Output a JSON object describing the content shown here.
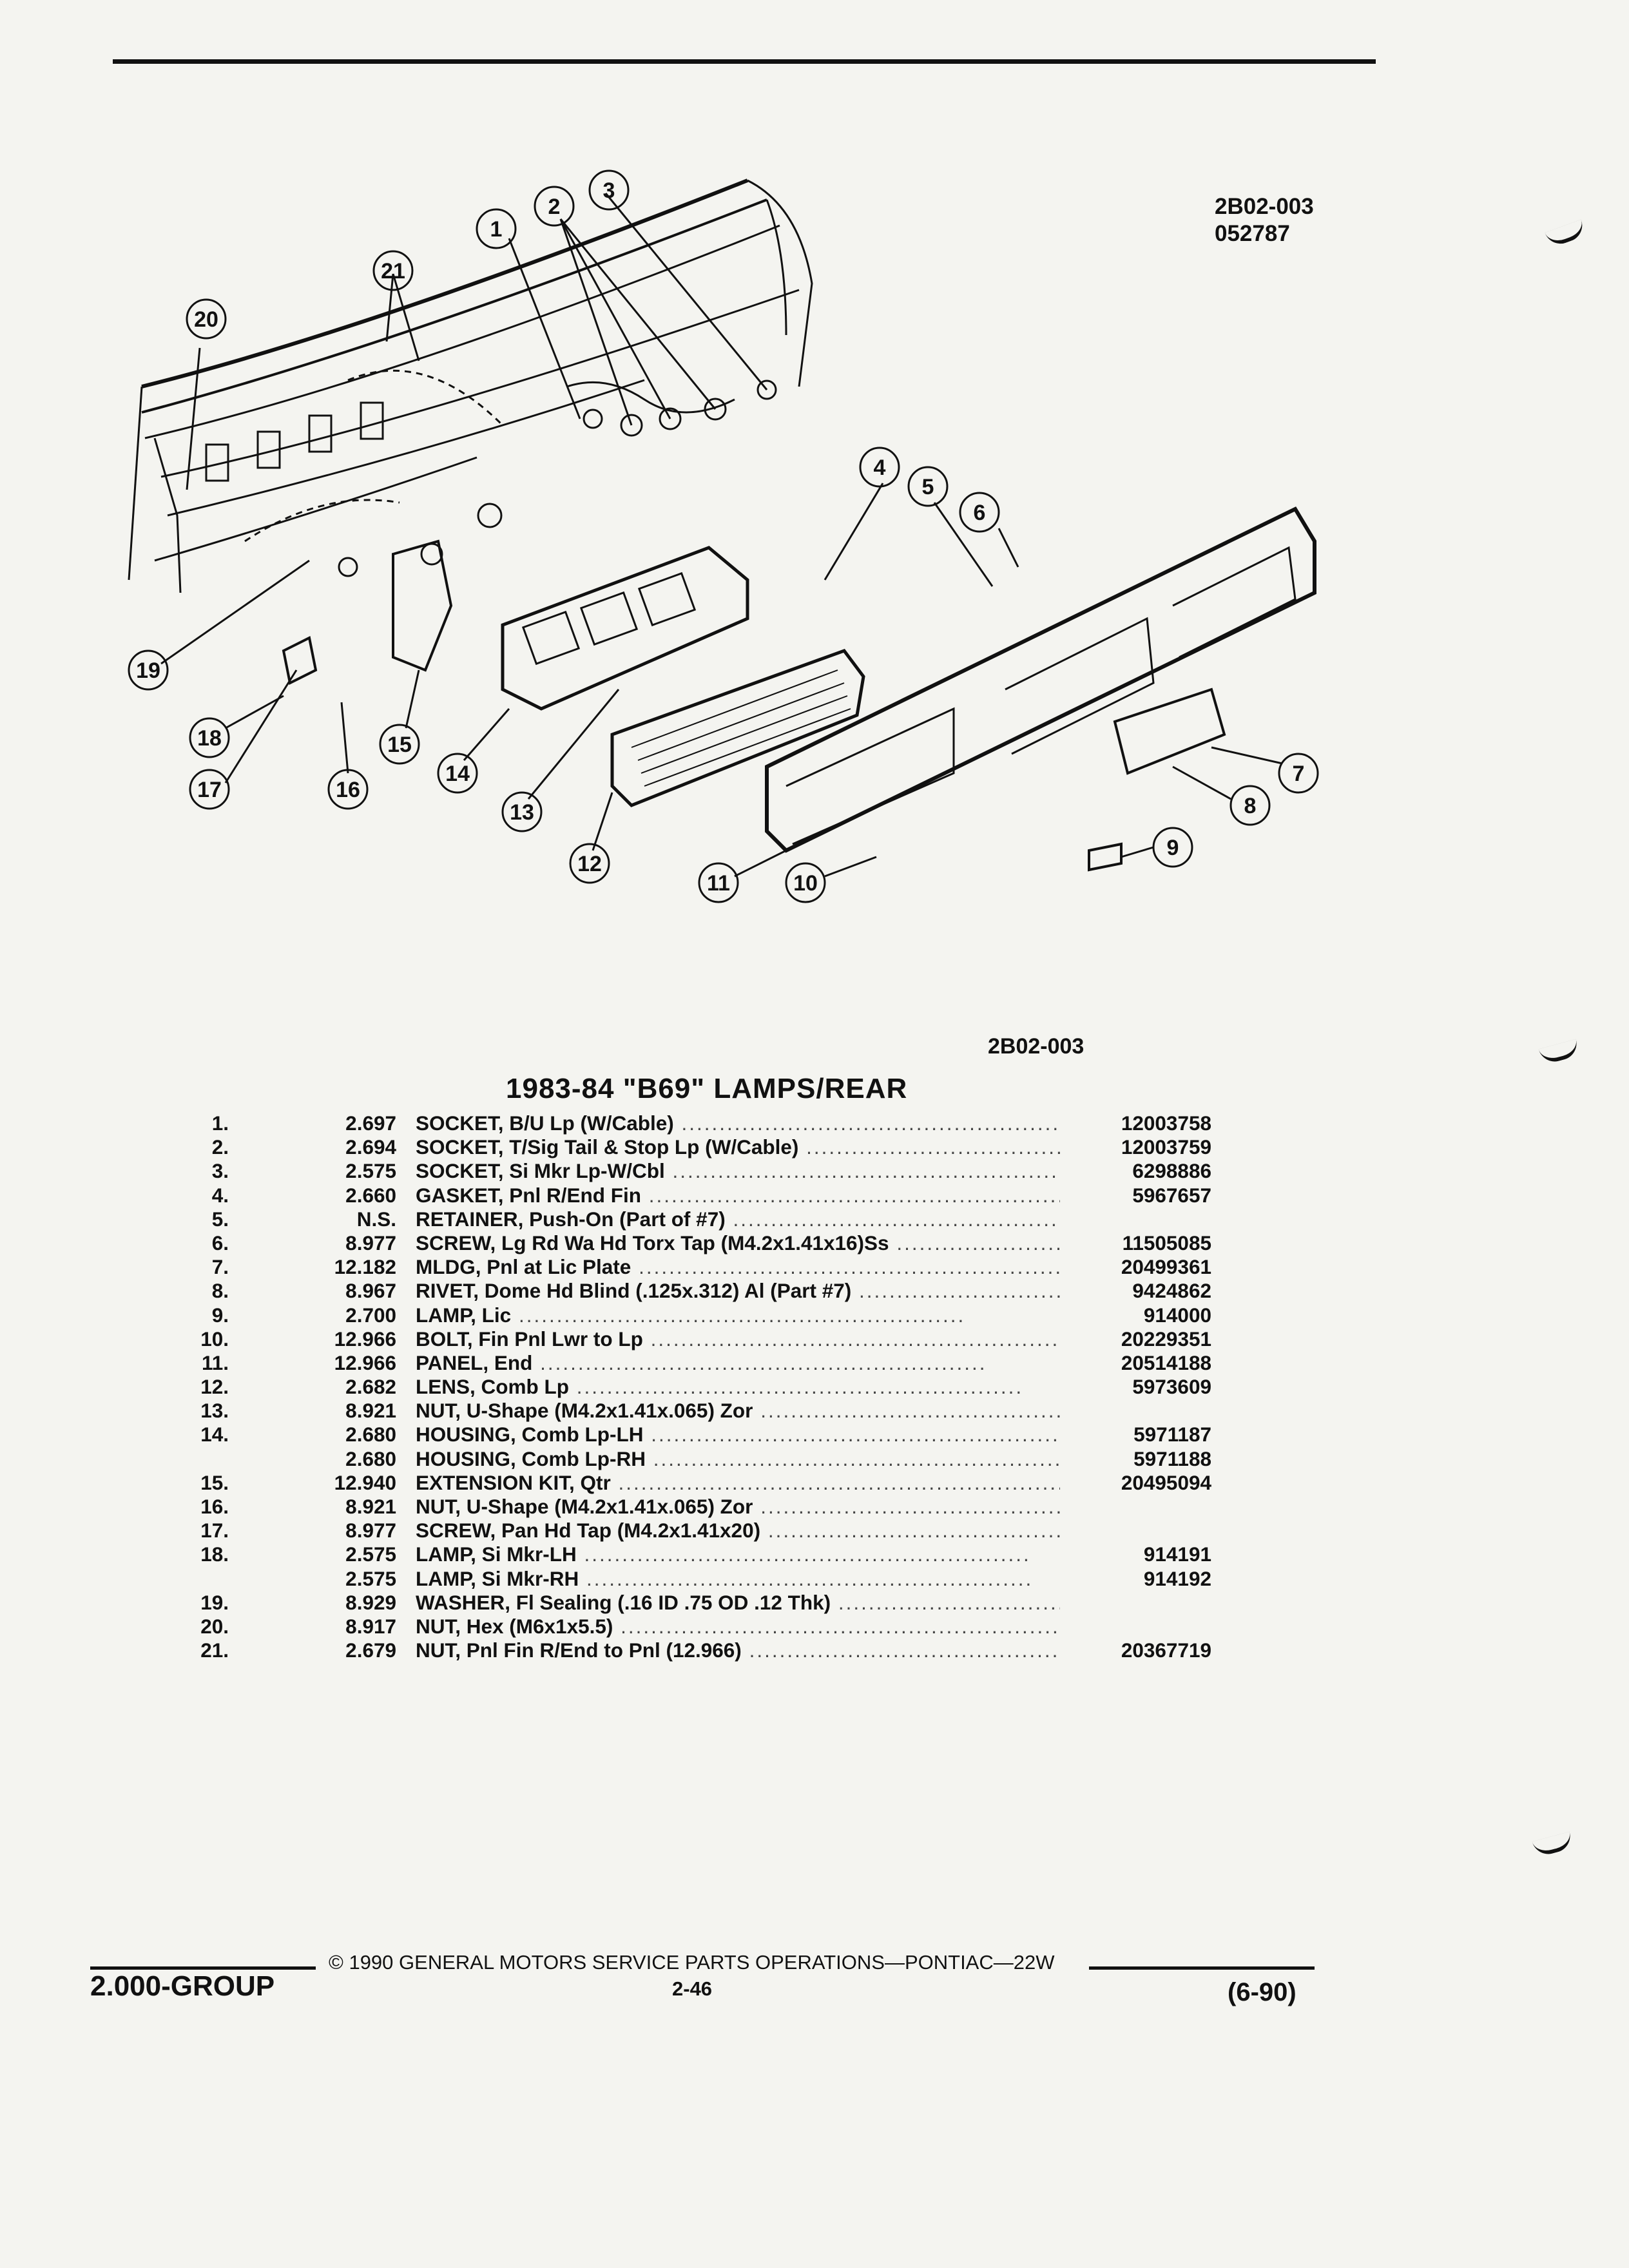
{
  "diagram": {
    "id_code": "2B02-003",
    "id_number": "052787",
    "caption": "2B02-003",
    "callouts": [
      "1",
      "2",
      "3",
      "4",
      "5",
      "6",
      "7",
      "8",
      "9",
      "10",
      "11",
      "12",
      "13",
      "14",
      "15",
      "16",
      "17",
      "18",
      "19",
      "20",
      "21"
    ]
  },
  "parts_list": {
    "title": "1983-84 \"B69\" LAMPS/REAR",
    "rows": [
      {
        "ref": "1.",
        "group": "2.697",
        "desc": "SOCKET, B/U Lp (W/Cable)",
        "part": "12003758"
      },
      {
        "ref": "2.",
        "group": "2.694",
        "desc": "SOCKET, T/Sig Tail & Stop Lp (W/Cable)",
        "part": "12003759"
      },
      {
        "ref": "3.",
        "group": "2.575",
        "desc": "SOCKET, Si Mkr Lp-W/Cbl",
        "part": "6298886"
      },
      {
        "ref": "4.",
        "group": "2.660",
        "desc": "GASKET, Pnl R/End Fin",
        "part": "5967657"
      },
      {
        "ref": "5.",
        "group": "N.S.",
        "desc": "RETAINER, Push-On (Part of #7)",
        "part": ""
      },
      {
        "ref": "6.",
        "group": "8.977",
        "desc": "SCREW, Lg Rd Wa Hd Torx Tap (M4.2x1.41x16)Ss",
        "part": "11505085"
      },
      {
        "ref": "7.",
        "group": "12.182",
        "desc": "MLDG, Pnl at Lic Plate",
        "part": "20499361"
      },
      {
        "ref": "8.",
        "group": "8.967",
        "desc": "RIVET, Dome Hd Blind (.125x.312) Al (Part #7)",
        "part": "9424862"
      },
      {
        "ref": "9.",
        "group": "2.700",
        "desc": "LAMP, Lic",
        "part": "914000"
      },
      {
        "ref": "10.",
        "group": "12.966",
        "desc": "BOLT, Fin Pnl Lwr to Lp",
        "part": "20229351"
      },
      {
        "ref": "11.",
        "group": "12.966",
        "desc": "PANEL, End",
        "part": "20514188"
      },
      {
        "ref": "12.",
        "group": "2.682",
        "desc": "LENS, Comb Lp",
        "part": "5973609"
      },
      {
        "ref": "13.",
        "group": "8.921",
        "desc": "NUT, U-Shape (M4.2x1.41x.065) Zor",
        "part": ""
      },
      {
        "ref": "14.",
        "group": "2.680",
        "desc": "HOUSING, Comb Lp-LH",
        "part": "5971187"
      },
      {
        "ref": "",
        "group": "2.680",
        "desc": "HOUSING, Comb Lp-RH",
        "part": "5971188"
      },
      {
        "ref": "15.",
        "group": "12.940",
        "desc": "EXTENSION KIT, Qtr",
        "part": "20495094"
      },
      {
        "ref": "16.",
        "group": "8.921",
        "desc": "NUT, U-Shape (M4.2x1.41x.065) Zor",
        "part": ""
      },
      {
        "ref": "17.",
        "group": "8.977",
        "desc": "SCREW, Pan Hd Tap (M4.2x1.41x20)",
        "part": ""
      },
      {
        "ref": "18.",
        "group": "2.575",
        "desc": "LAMP, Si Mkr-LH",
        "part": "914191"
      },
      {
        "ref": "",
        "group": "2.575",
        "desc": "LAMP, Si Mkr-RH",
        "part": "914192"
      },
      {
        "ref": "19.",
        "group": "8.929",
        "desc": "WASHER, Fl Sealing (.16 ID .75 OD .12 Thk)",
        "part": ""
      },
      {
        "ref": "20.",
        "group": "8.917",
        "desc": "NUT, Hex (M6x1x5.5)",
        "part": ""
      },
      {
        "ref": "21.",
        "group": "2.679",
        "desc": "NUT, Pnl Fin R/End to Pnl (12.966)",
        "part": "20367719"
      }
    ]
  },
  "footer": {
    "group": "2.000-GROUP",
    "copyright": "© 1990 GENERAL MOTORS SERVICE PARTS OPERATIONS—PONTIAC—22W",
    "page": "2-46",
    "date": "(6-90)"
  }
}
